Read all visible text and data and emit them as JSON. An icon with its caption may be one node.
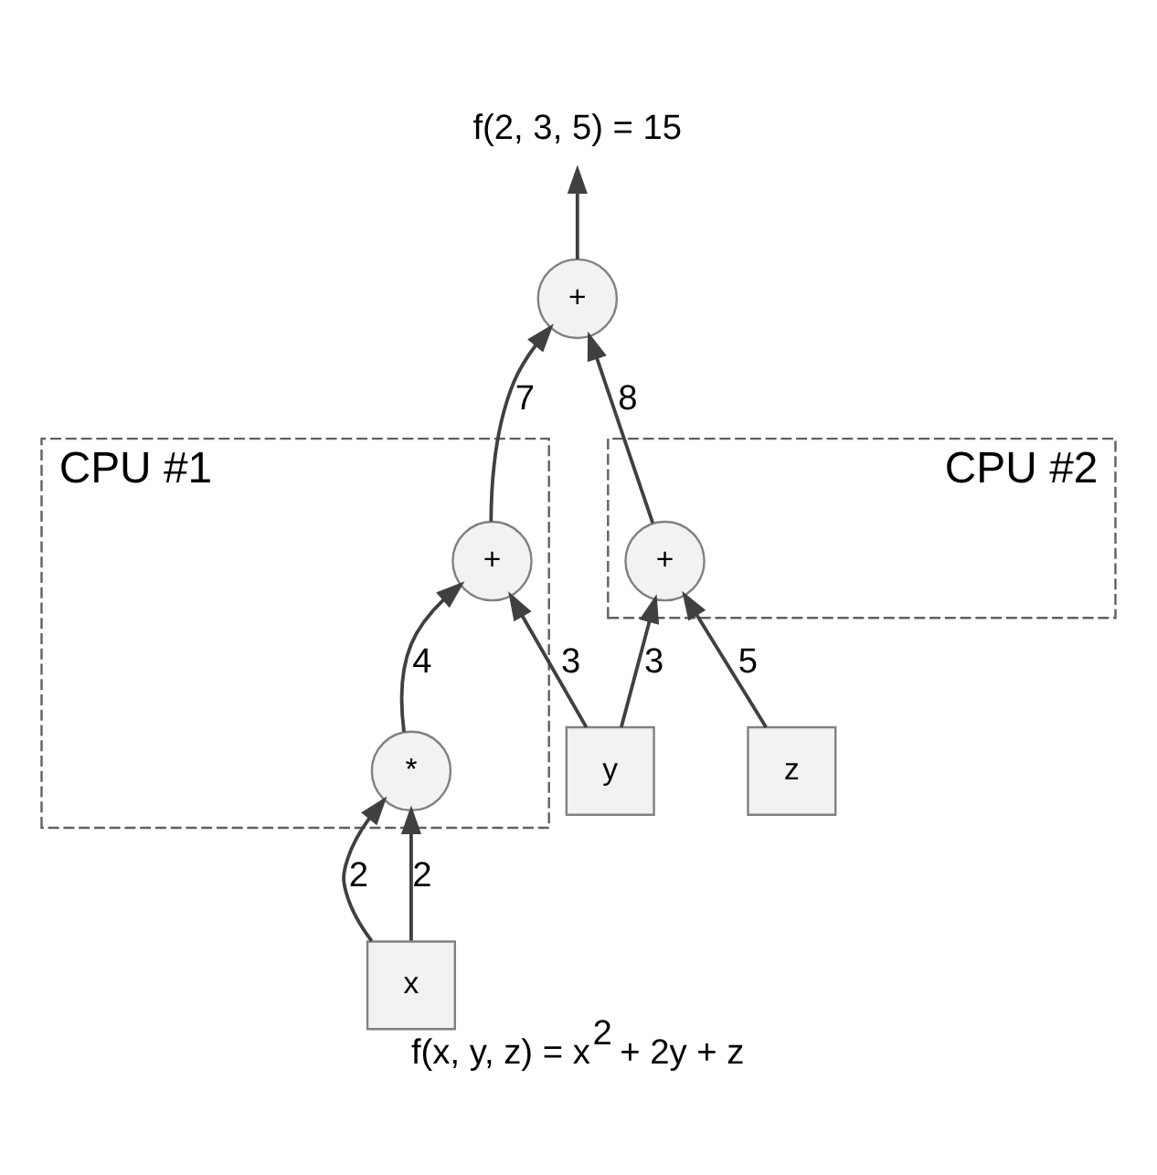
{
  "diagram": {
    "caption": "f(x, y, z) = x$^{2}$ + 2y + z",
    "nodes": [
      {
        "text": [
          "f(2, 3, 5) = 15"
        ]
      },
      {
        "text": [
          "+"
        ]
      },
      {
        "text": [
          "CPU #1"
        ]
      },
      {
        "text": [
          "+"
        ],
        "in": 2
      },
      {
        "text": [
          "CPU #2"
        ]
      },
      {
        "text": [
          "+"
        ],
        "in": 4
      },
      {
        "text": [
          "*"
        ],
        "in": 2
      },
      {
        "text": [
          "x"
        ]
      },
      {
        "text": [
          "y"
        ]
      },
      {
        "text": [
          "z"
        ]
      }
    ],
    "edges": [
      {
        "from": 7,
        "to": 6,
        "arrow": "to",
        "label": "2"
      },
      {
        "from": 7,
        "to": 6,
        "arrow": "to",
        "label": "2"
      },
      {
        "from": 6,
        "to": 3,
        "arrow": "to",
        "label": "4"
      },
      {
        "from": 8,
        "to": 3,
        "arrow": "to",
        "label": "3"
      },
      {
        "from": 8,
        "to": 5,
        "arrow": "to",
        "label": "3"
      },
      {
        "from": 9,
        "to": 5,
        "arrow": "to",
        "label": "5"
      },
      {
        "from": 3,
        "to": 1,
        "arrow": "to",
        "label": "7"
      },
      {
        "from": 5,
        "to": 1,
        "arrow": "to",
        "label": "8"
      },
      {
        "from": 1,
        "to": 0,
        "arrow": "to"
      }
    ]
  }
}
